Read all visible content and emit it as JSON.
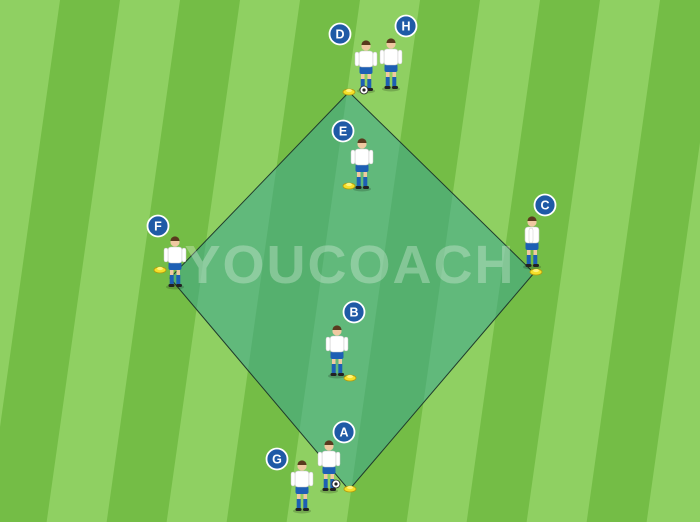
{
  "watermark": "YOUCOACH",
  "colors": {
    "grass_light": "#8fd062",
    "grass_dark": "#72bb44",
    "zone_fill": "#4fb39a",
    "badge": "#1f5aa6",
    "cone": "#f5e02a",
    "shirt": "#ffffff",
    "shorts": "#1d5fb4"
  },
  "cones": [
    "top",
    "upper-center",
    "right",
    "left",
    "lower-center",
    "bottom"
  ],
  "players": [
    {
      "label": "D",
      "has_ball": true
    },
    {
      "label": "H",
      "has_ball": false
    },
    {
      "label": "E",
      "has_ball": false
    },
    {
      "label": "C",
      "has_ball": false
    },
    {
      "label": "F",
      "has_ball": false
    },
    {
      "label": "B",
      "has_ball": false
    },
    {
      "label": "A",
      "has_ball": true
    },
    {
      "label": "G",
      "has_ball": false
    }
  ]
}
